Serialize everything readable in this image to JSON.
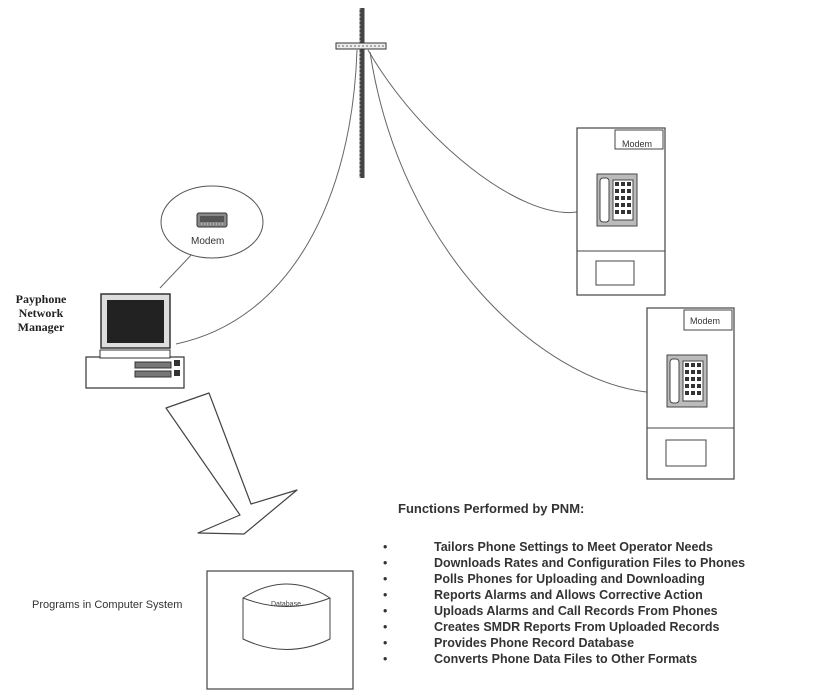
{
  "diagram": {
    "pnm_label_lines": [
      "Payphone",
      "Network",
      "Manager"
    ],
    "modem_oval_label": "Modem",
    "payphones": [
      {
        "modem_label": "Modem"
      },
      {
        "modem_label": "Modem"
      }
    ],
    "database_label": "Database",
    "programs_label": "Programs in Computer System",
    "functions_title": "Functions Performed by PNM:",
    "functions": [
      "Tailors Phone Settings to Meet Operator Needs",
      "Downloads Rates and Configuration Files to Phones",
      "Polls Phones for Uploading and Downloading",
      "Reports Alarms and Allows Corrective Action",
      "Uploads Alarms and Call Records From Phones",
      "Creates SMDR Reports From Uploaded Records",
      "Provides Phone Record Database",
      "Converts Phone Data Files to Other Formats"
    ]
  }
}
